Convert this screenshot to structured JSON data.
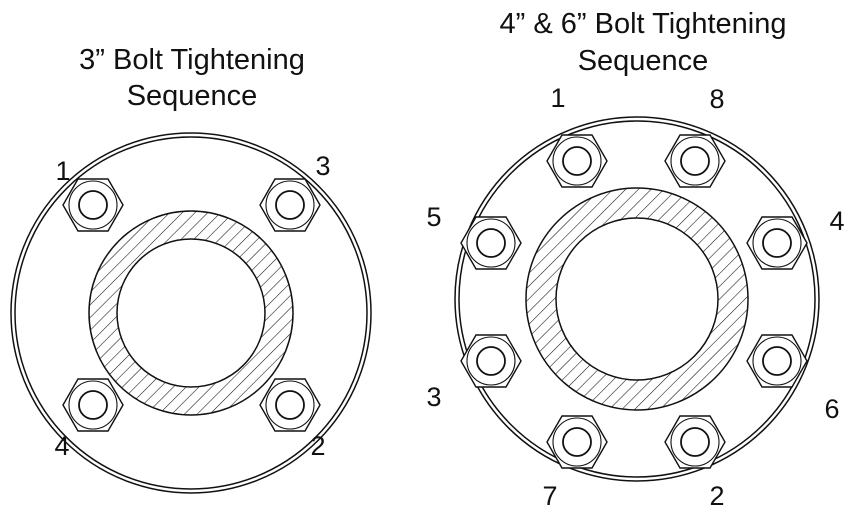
{
  "colors": {
    "line": "#111111",
    "background": "#ffffff"
  },
  "diagrams": [
    {
      "id": "three-inch",
      "title_lines": [
        "3” Bolt Tightening",
        "Sequence"
      ],
      "bolts": [
        {
          "label": "1",
          "order": 1
        },
        {
          "label": "3",
          "order": 3
        },
        {
          "label": "2",
          "order": 2
        },
        {
          "label": "4",
          "order": 4
        }
      ]
    },
    {
      "id": "four-six-inch",
      "title_lines": [
        "4” & 6” Bolt Tightening",
        "Sequence"
      ],
      "bolts": [
        {
          "label": "1",
          "order": 1
        },
        {
          "label": "8",
          "order": 8
        },
        {
          "label": "4",
          "order": 4
        },
        {
          "label": "6",
          "order": 6
        },
        {
          "label": "2",
          "order": 2
        },
        {
          "label": "7",
          "order": 7
        },
        {
          "label": "3",
          "order": 3
        },
        {
          "label": "5",
          "order": 5
        }
      ]
    }
  ]
}
